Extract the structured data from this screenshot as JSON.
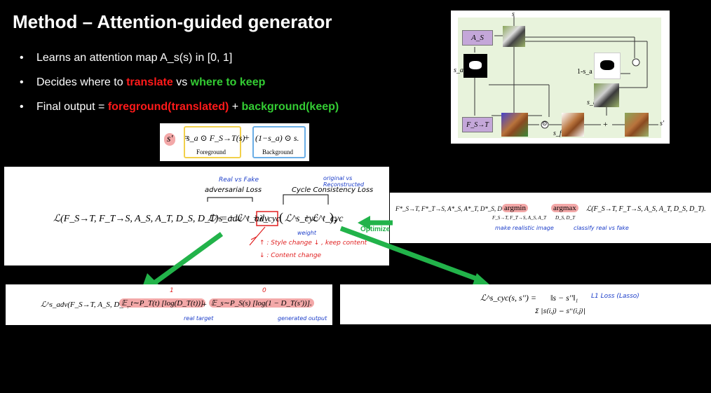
{
  "slide": {
    "title": "Method – Attention-guided generator",
    "bullets": [
      {
        "text": "Learns an attention map A_s(s) in [0, 1]"
      },
      {
        "pre": "Decides where to ",
        "red": "translate",
        "mid": " vs ",
        "green": "where to keep"
      },
      {
        "pre": "Final output = ",
        "red": "foreground(translated)",
        "mid": " + ",
        "green": "background(keep)"
      }
    ]
  },
  "formula_box": {
    "lhs": "s'",
    "eq": "=",
    "fg_term": "s_a ⊙ F_S→T(s)",
    "plus": "+",
    "bg_term": "(1−s_a) ⊙ s.",
    "fg_label": "Foreground",
    "bg_label": "Background",
    "colors": {
      "fg_box": "#f2d04b",
      "bg_box": "#6aaee6",
      "lhs_hl": "#f3a8a8"
    }
  },
  "diagram": {
    "input_label": "s",
    "as_label": "A_S",
    "sa_label": "s_a",
    "one_minus_label": "1-s_a",
    "sb_label": "s_b",
    "f_label": "F_S→T",
    "sf_label": "s_f",
    "out_label": "s'",
    "plus": "+",
    "odot": "⊙"
  },
  "loss_main": {
    "ann_real_fake": "Real vs Fake",
    "ann_adv": "adversarial Loss",
    "ann_orig": "original vs Reconstructed",
    "ann_cyc": "Cycle Consistency Loss",
    "lhs": "ℒ(F_S→T, F_T→S, A_S, A_T, D_S, D_T) =",
    "adv_s": "ℒ^s_adv",
    "adv_t": "ℒ^t_adv",
    "plus": "+",
    "lambda": "λ_cyc",
    "cyc_s": "ℒ^s_cyc",
    "cyc_t": "ℒ^t_cyc",
    "tail": "),",
    "ann_weight": "weight",
    "ann_up": "↑ : Style change ↓ , keep content",
    "ann_down": "↓ : Content change"
  },
  "optimize": {
    "label": "Optimize",
    "lhs": "F*_S→T, F*_T→S, A*_S, A*_T, D*_S, D*_T =",
    "argmin": "argmin",
    "argmin_sub": "F_S→T, F_T→S, A_S, A_T",
    "argmax": "argmax",
    "argmax_sub": "D_S, D_T",
    "rhs": "ℒ(F_S→T, F_T→S, A_S, A_T, D_S, D_T).",
    "ann_min": "make realistic image",
    "ann_max": "classify real vs fake"
  },
  "adv_formula": {
    "lhs": "ℒ^s_adv(F_S→T, A_S, D_T) =",
    "term1": "𝔼_t∼P_T(t) [log(D_T(t))]",
    "plus": "+",
    "term2": "𝔼_s∼P_S(s) [log(1 − D_T(s'))].",
    "ann_one": "1",
    "ann_zero": "0",
    "ann_real": "real target",
    "ann_gen": "generated output"
  },
  "cyc_formula": {
    "lhs": "ℒ^s_cyc(s, s'') =",
    "rhs": "‖s − s''‖₁",
    "ann_l1": "L1 Loss (Lasso)",
    "ann_sum": "Σ |s(i,j) − s''(i,j)|"
  }
}
